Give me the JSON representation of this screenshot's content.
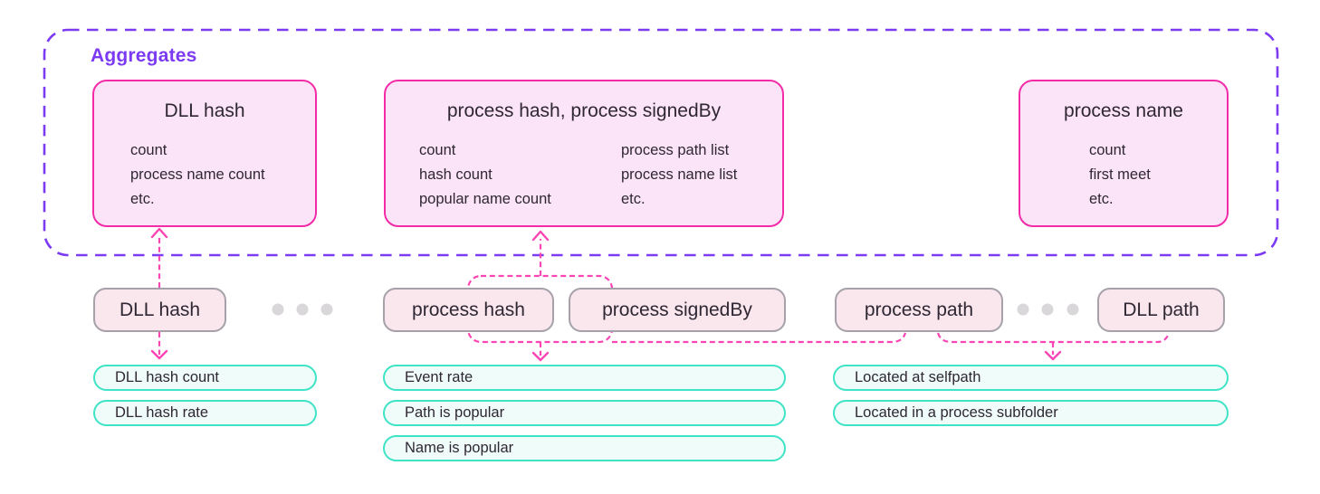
{
  "aggregates": {
    "label": "Aggregates",
    "dll_hash": {
      "title": "DLL hash",
      "items": [
        "count",
        "process name count",
        "etc."
      ]
    },
    "process_hash_signedby": {
      "title": "process hash, process signedBy",
      "col1": [
        "count",
        "hash count",
        "popular name count"
      ],
      "col2": [
        "process path list",
        "process name list",
        "etc."
      ]
    },
    "process_name": {
      "title": "process name",
      "items": [
        "count",
        "first meet",
        "etc."
      ]
    }
  },
  "attributes": {
    "dll_hash": "DLL hash",
    "process_hash": "process hash",
    "process_signedby": "process signedBy",
    "process_path": "process path",
    "dll_path": "DLL path"
  },
  "findings": {
    "dll_hash_group": [
      "DLL hash count",
      "DLL hash rate"
    ],
    "process_group": [
      "Event rate",
      "Path is popular",
      "Name is popular"
    ],
    "path_group": [
      "Located at selfpath",
      "Located in a process subfolder"
    ]
  },
  "colors": {
    "purple_dashed_border": "#7c3bf3",
    "aggregate_box_border": "#f32ba8",
    "aggregate_box_fill": "#fbe4f7",
    "connector_pink": "#fa46b5",
    "pill_border": "#a6a1a9",
    "pill_fill": "#f9e7ed",
    "ellipsis_dot": "#d9d7da",
    "finding_border": "#3fe3c5",
    "finding_fill": "#effcfa",
    "text": "#2f2733"
  }
}
